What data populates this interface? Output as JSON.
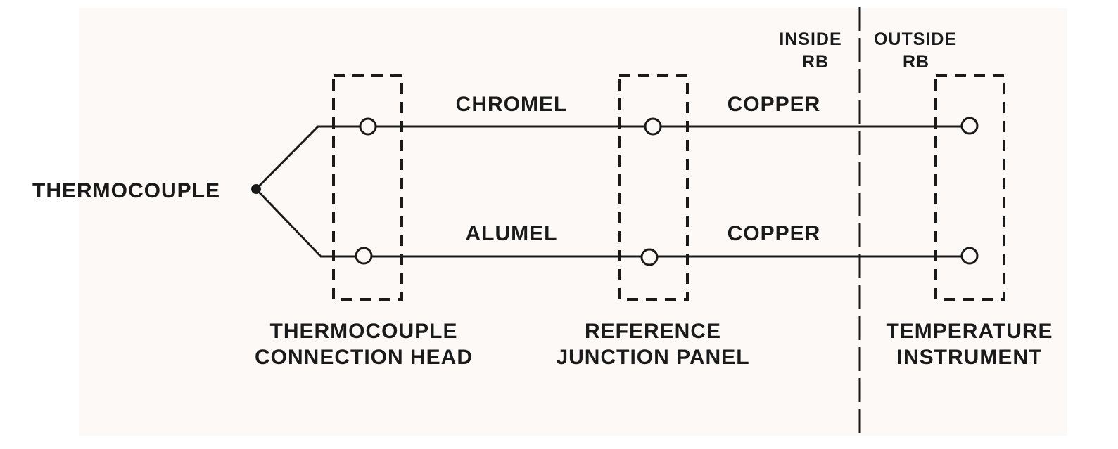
{
  "labels": {
    "thermocouple": "THERMOCOUPLE",
    "chromel": "CHROMEL",
    "alumel": "ALUMEL",
    "copper_top": "COPPER",
    "copper_bottom": "COPPER",
    "inside_line1": "INSIDE",
    "inside_line2": "RB",
    "outside_line1": "OUTSIDE",
    "outside_line2": "RB",
    "head_line1": "THERMOCOUPLE",
    "head_line2": "CONNECTION HEAD",
    "panel_line1": "REFERENCE",
    "panel_line2": "JUNCTION PANEL",
    "instrument_line1": "TEMPERATURE",
    "instrument_line2": "INSTRUMENT"
  },
  "colors": {
    "ink": "#1a1a1a",
    "background": "#fcf9f6"
  }
}
